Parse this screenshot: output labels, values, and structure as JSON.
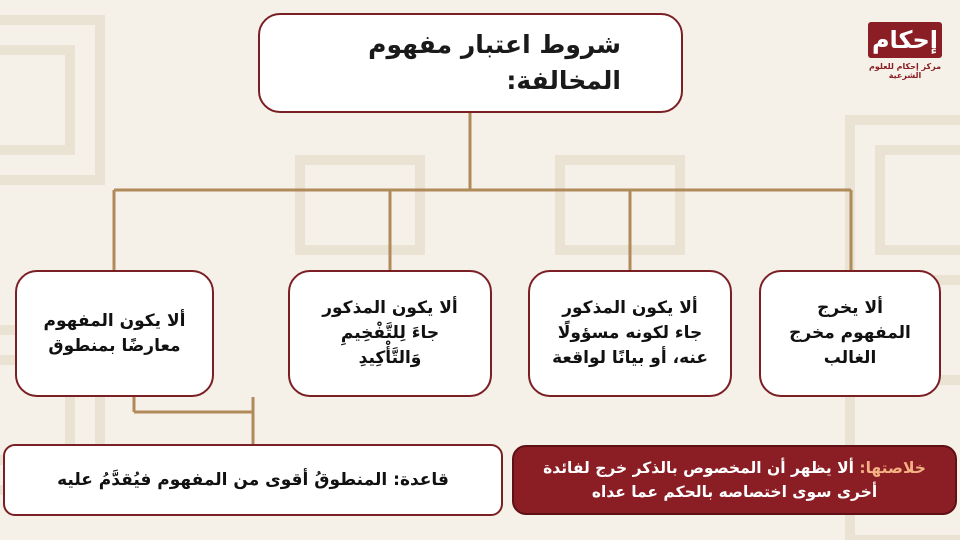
{
  "title": "شروط اعتبار مفهوم\nالمخالفة:",
  "conditions": [
    "ألا يخرج\nالمفهوم مخرج\nالغالب",
    "ألا يكون المذكور\nجاء لكونه مسؤولًا\nعنه، أو بيانًا لواقعة",
    "ألا يكون المذكور\nجاءَ لِلتَّفْخِيمِ\nوَالتَّأْكِيدِ",
    "ألا يكون المفهوم\nمعارضًا بمنطوق"
  ],
  "rule": "قاعدة: المنطوقُ أقوى من المفهوم فيُقدَّمُ عليه",
  "summary": {
    "lead": "خلاصتها:",
    "text": " ألا يظهر أن المخصوص بالذكر خرج لفائدة أخرى سوى اختصاصه بالحكم عما عداه"
  },
  "logo": {
    "mark": "إحكام",
    "subtitle": "مركز إحكام للعلوم الشرعية"
  },
  "colors": {
    "accent": "#8a1e24",
    "connector": "#b08a5a",
    "background": "#f6f1e8",
    "highlight": "#f4b183"
  }
}
